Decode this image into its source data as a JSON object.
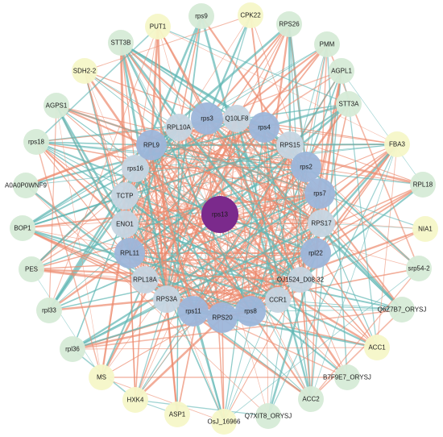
{
  "colors": {
    "hub": "#7b2a8c",
    "inner": "#9db6da",
    "inner_light": "#c6d5e2",
    "outer": "#d6ebd7",
    "peripheral": "#f6f7c8",
    "edge_orange": "#ec8a6e",
    "edge_teal": "#5fb6b4",
    "edge_pink": "#f4b9a8"
  },
  "hub": {
    "label": "rps13"
  },
  "inner_nodes": [
    {
      "label": "rps3",
      "tone": "inner"
    },
    {
      "label": "Q10LF8",
      "tone": "inner_light"
    },
    {
      "label": "rps4",
      "tone": "inner"
    },
    {
      "label": "RPS15",
      "tone": "inner_light"
    },
    {
      "label": "rps2",
      "tone": "inner"
    },
    {
      "label": "rps7",
      "tone": "inner"
    },
    {
      "label": "RPS17",
      "tone": "inner_light"
    },
    {
      "label": "rpl22",
      "tone": "inner"
    },
    {
      "label": "OJ1524_D08.32",
      "tone": "inner_light"
    },
    {
      "label": "CCR1",
      "tone": "inner_light"
    },
    {
      "label": "rps8",
      "tone": "inner"
    },
    {
      "label": "RPS20",
      "tone": "inner"
    },
    {
      "label": "rps11",
      "tone": "inner"
    },
    {
      "label": "RPS3A",
      "tone": "inner_light"
    },
    {
      "label": "RPL18A",
      "tone": "inner_light"
    },
    {
      "label": "RPL11",
      "tone": "inner"
    },
    {
      "label": "ENO1",
      "tone": "inner_light"
    },
    {
      "label": "TCTP",
      "tone": "inner_light"
    },
    {
      "label": "rps16",
      "tone": "inner_light"
    },
    {
      "label": "RPL9",
      "tone": "inner"
    },
    {
      "label": "RPL10A",
      "tone": "inner_light"
    }
  ],
  "outer_nodes": [
    {
      "label": "rps9",
      "tone": "outer"
    },
    {
      "label": "CPK22",
      "tone": "peripheral"
    },
    {
      "label": "RPS26",
      "tone": "outer"
    },
    {
      "label": "PMM",
      "tone": "outer"
    },
    {
      "label": "AGPL1",
      "tone": "outer"
    },
    {
      "label": "STT3A",
      "tone": "outer"
    },
    {
      "label": "FBA3",
      "tone": "peripheral"
    },
    {
      "label": "RPL18",
      "tone": "outer"
    },
    {
      "label": "NIA1",
      "tone": "peripheral"
    },
    {
      "label": "srp54-2",
      "tone": "outer"
    },
    {
      "label": "Q6Z7B7_ORYSJ",
      "tone": "outer"
    },
    {
      "label": "ACC1",
      "tone": "peripheral"
    },
    {
      "label": "B7F9E7_ORYSJ",
      "tone": "outer"
    },
    {
      "label": "ACC2",
      "tone": "outer"
    },
    {
      "label": "Q7XIT8_ORYSJ",
      "tone": "outer"
    },
    {
      "label": "OsJ_16966",
      "tone": "peripheral"
    },
    {
      "label": "ASP1",
      "tone": "peripheral"
    },
    {
      "label": "HXK4",
      "tone": "peripheral"
    },
    {
      "label": "MS",
      "tone": "peripheral"
    },
    {
      "label": "rpl36",
      "tone": "outer"
    },
    {
      "label": "rpl33",
      "tone": "outer"
    },
    {
      "label": "PES",
      "tone": "outer"
    },
    {
      "label": "BOP1",
      "tone": "outer"
    },
    {
      "label": "A0A0P0WNF9",
      "tone": "outer"
    },
    {
      "label": "rps18",
      "tone": "outer"
    },
    {
      "label": "AGPS1",
      "tone": "outer"
    },
    {
      "label": "SDH2-2",
      "tone": "peripheral"
    },
    {
      "label": "STT3B",
      "tone": "outer"
    },
    {
      "label": "PUT1",
      "tone": "peripheral"
    }
  ]
}
